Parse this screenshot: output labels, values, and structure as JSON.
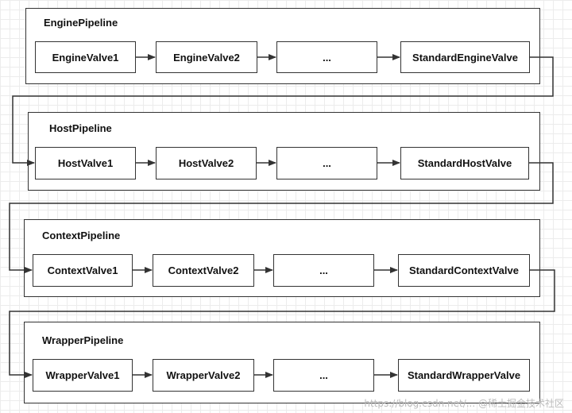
{
  "pipelines": [
    {
      "title": "EnginePipeline",
      "valves": [
        "EngineValve1",
        "EngineValve2",
        "...",
        "StandardEngineValve"
      ]
    },
    {
      "title": "HostPipeline",
      "valves": [
        "HostValve1",
        "HostValve2",
        "...",
        "StandardHostValve"
      ]
    },
    {
      "title": "ContextPipeline",
      "valves": [
        "ContextValve1",
        "ContextValve2",
        "...",
        "StandardContextValve"
      ]
    },
    {
      "title": "WrapperPipeline",
      "valves": [
        "WrapperValve1",
        "WrapperValve2",
        "...",
        "StandardWrapperValve"
      ]
    }
  ],
  "watermark": "https://blog.csdn.net/... @稀土掘金技术社区",
  "colors": {
    "line": "#333333",
    "grid": "#ececec"
  }
}
